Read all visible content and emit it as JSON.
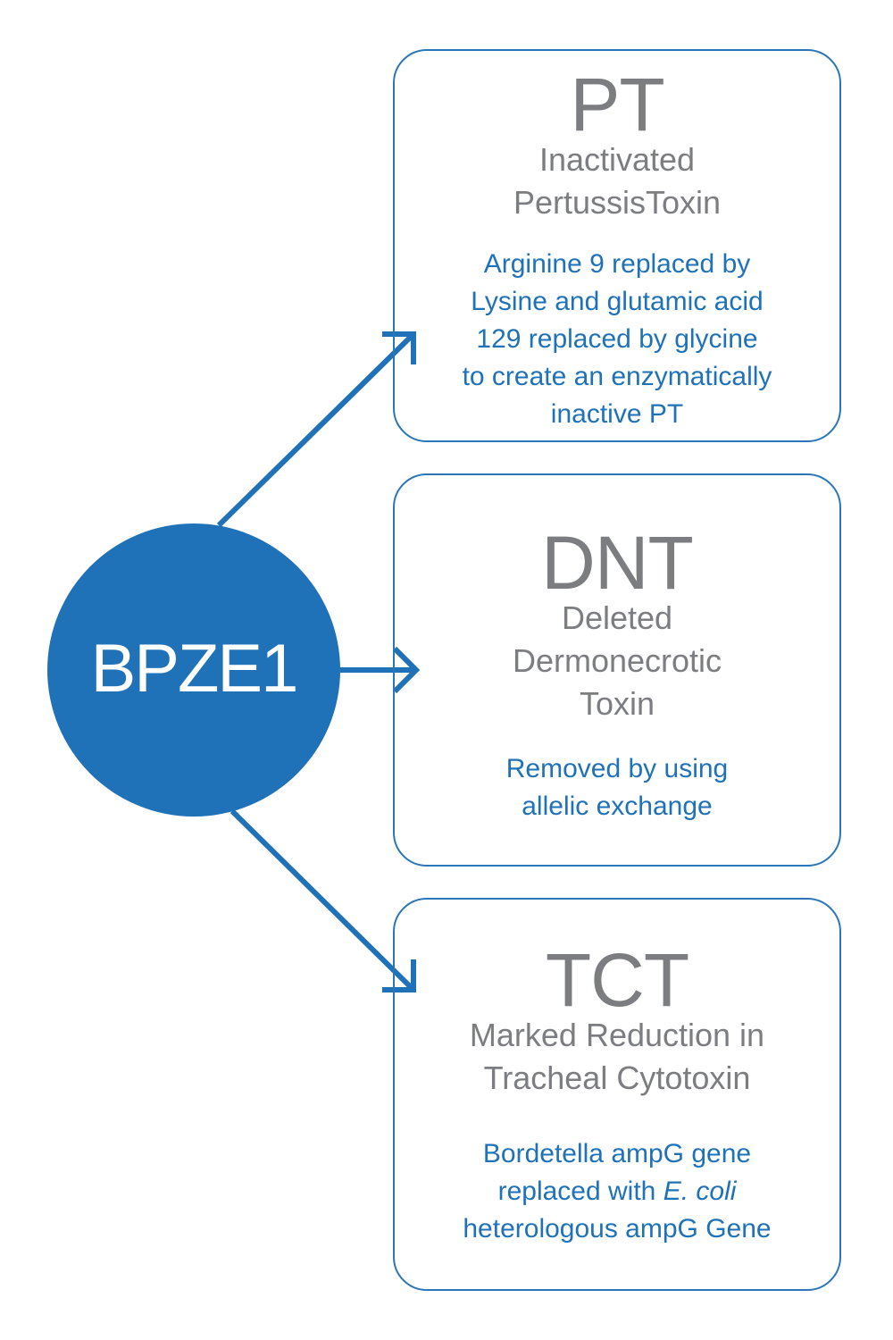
{
  "hub": {
    "label": "BPZE1"
  },
  "colors": {
    "accent_blue": "#1f72b8",
    "box_border": "#2a76b9",
    "title_gray": "#7c7d80",
    "background": "#ffffff"
  },
  "boxes": [
    {
      "abbr": "PT",
      "full": "Inactivated\nPertussisToxin",
      "description": "Arginine 9 replaced by\nLysine and glutamic acid\n129 replaced by glycine\nto create an enzymatically\ninactive PT"
    },
    {
      "abbr": "DNT",
      "full": "Deleted\nDermonecrotic\nToxin",
      "description": "Removed by using\nallelic exchange"
    },
    {
      "abbr": "TCT",
      "full": "Marked Reduction in\nTracheal Cytotoxin",
      "description_before": "Bordetella ampG gene\nreplaced with ",
      "description_italic": "E. coli",
      "description_after": "\nheterologous ampG Gene"
    }
  ]
}
